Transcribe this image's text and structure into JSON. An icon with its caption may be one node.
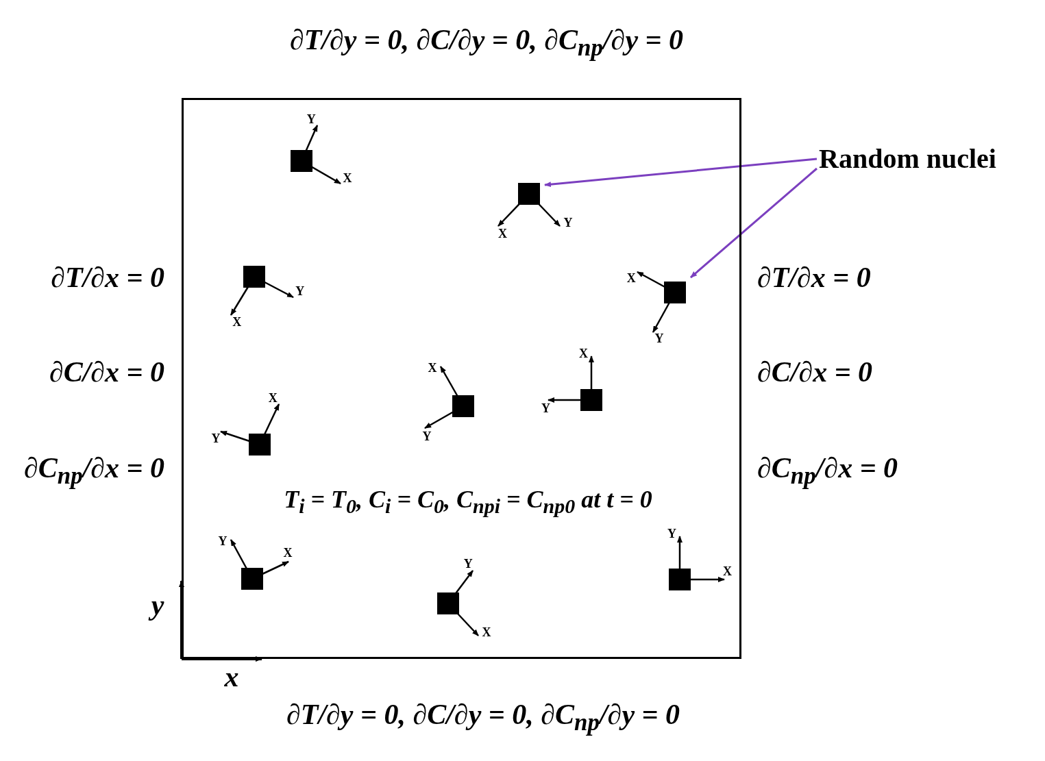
{
  "diagram": {
    "nodes": [
      {
        "text": [
          "T$_{i}$ = T$_{0}$, C$_{i}$ = C$_{0}$, C$_{npi}$ = C$_{np0}$ at t = 0"
        ]
      },
      {
        "text": [],
        "shape": "box",
        "in": 0,
        "beside": [
          "Y",
          "X"
        ]
      },
      {
        "text": [],
        "shape": "box",
        "in": 0,
        "beside": [
          "X",
          "Y"
        ]
      },
      {
        "text": [],
        "shape": "box",
        "in": 0,
        "beside": [
          "X",
          "Y"
        ]
      },
      {
        "text": [],
        "shape": "box",
        "in": 0,
        "beside": [
          "X",
          "Y"
        ]
      },
      {
        "text": [],
        "shape": "box",
        "in": 0,
        "beside": [
          "X",
          "Y"
        ]
      },
      {
        "text": [],
        "shape": "box",
        "in": 0,
        "beside": [
          "X",
          "Y"
        ]
      },
      {
        "text": [],
        "shape": "box",
        "in": 0,
        "beside": [
          "Y",
          "X"
        ]
      },
      {
        "text": [],
        "shape": "box",
        "in": 0,
        "beside": [
          "Y",
          "X"
        ]
      },
      {
        "text": [],
        "shape": "box",
        "in": 0,
        "beside": [
          "Y",
          "X"
        ]
      },
      {
        "text": [],
        "shape": "box",
        "in": 0,
        "beside": [
          "Y",
          "X"
        ]
      },
      {
        "text": [
          "Random nuclei"
        ]
      }
    ],
    "edges": [
      {
        "from": 11,
        "to": 2,
        "arrow": "to"
      },
      {
        "from": 11,
        "to": 4,
        "arrow": "to"
      }
    ],
    "labels": [
      "∂T/∂y = 0, ∂C/∂y = 0, ∂C$_{np}$/∂y = 0",
      "∂T/∂x = 0",
      "∂T/∂x = 0",
      "∂C/∂x = 0",
      "∂C/∂x = 0",
      "∂C$_{np}$/∂x = 0",
      "∂C$_{np}$/∂x = 0",
      "y",
      "x",
      "∂T/∂y = 0, ∂C/∂y = 0, ∂C$_{np}$/∂y = 0"
    ]
  }
}
